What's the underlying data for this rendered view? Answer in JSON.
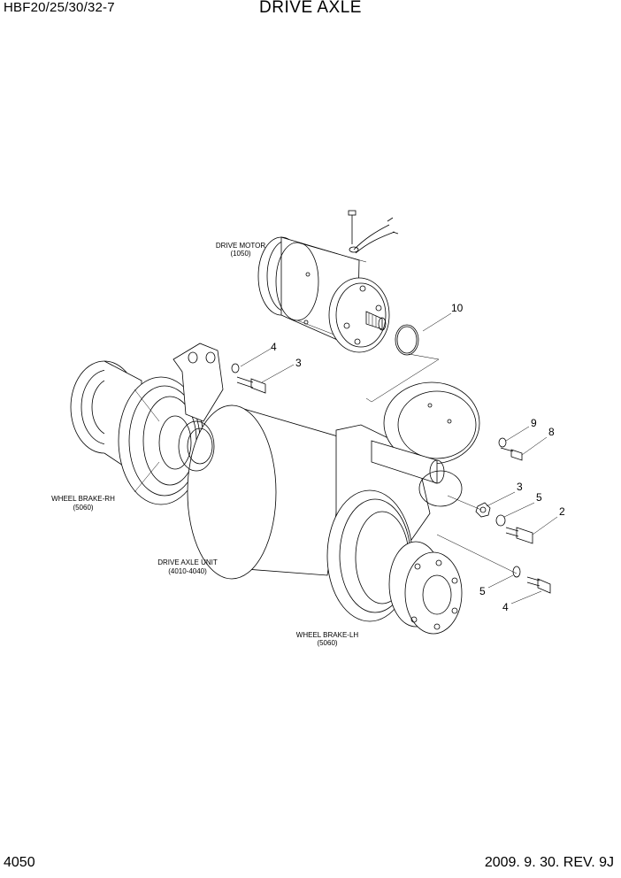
{
  "header": {
    "model": "HBF20/25/30/32-7",
    "title": "DRIVE AXLE"
  },
  "footer": {
    "page_number": "4050",
    "revision": "2009. 9. 30. REV. 9J"
  },
  "components": {
    "drive_motor": {
      "name": "DRIVE MOTOR",
      "ref": "(1050)"
    },
    "wheel_brake_rh": {
      "name": "WHEEL BRAKE-RH",
      "ref": "(5060)"
    },
    "drive_axle_unit": {
      "name": "DRIVE AXLE UNIT",
      "ref": "(4010-4040)"
    },
    "wheel_brake_lh": {
      "name": "WHEEL BRAKE-LH",
      "ref": "(5060)"
    }
  },
  "callouts": {
    "c10": "10",
    "c4_upper": "4",
    "c3_upper": "3",
    "c9": "9",
    "c8": "8",
    "c3_lower": "3",
    "c5_mid": "5",
    "c2": "2",
    "c5_lower": "5",
    "c4_lower": "4"
  }
}
